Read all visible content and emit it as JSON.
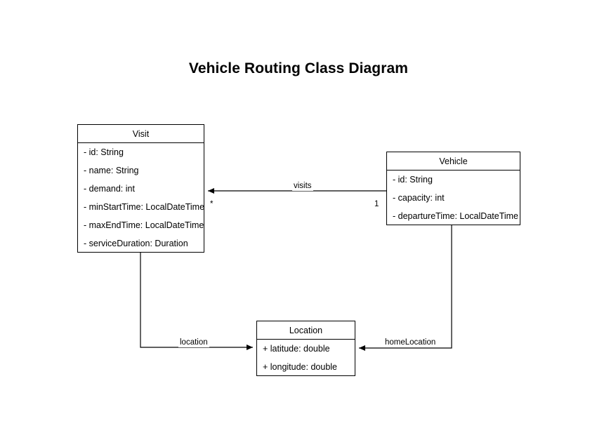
{
  "diagram": {
    "title": "Vehicle Routing Class Diagram",
    "type": "uml-class-diagram",
    "background_color": "#ffffff",
    "line_color": "#000000",
    "classes": [
      {
        "id": "visit",
        "name": "Visit",
        "attributes": [
          "- id: String",
          "- name: String",
          "- demand: int",
          "- minStartTime: LocalDateTime",
          "- maxEndTime: LocalDateTime",
          "- serviceDuration: Duration"
        ]
      },
      {
        "id": "vehicle",
        "name": "Vehicle",
        "attributes": [
          "- id: String",
          "- capacity: int",
          "- departureTime: LocalDateTime"
        ]
      },
      {
        "id": "location",
        "name": "Location",
        "attributes": [
          "+ latitude: double",
          "+ longitude: double"
        ]
      }
    ],
    "associations": [
      {
        "id": "visits",
        "label": "visits",
        "from": "Vehicle",
        "to": "Visit",
        "source_multiplicity": "1",
        "target_multiplicity": "*"
      },
      {
        "id": "location",
        "label": "location",
        "from": "Visit",
        "to": "Location",
        "source_multiplicity": "",
        "target_multiplicity": ""
      },
      {
        "id": "homeLocation",
        "label": "homeLocation",
        "from": "Vehicle",
        "to": "Location",
        "source_multiplicity": "",
        "target_multiplicity": ""
      }
    ]
  }
}
